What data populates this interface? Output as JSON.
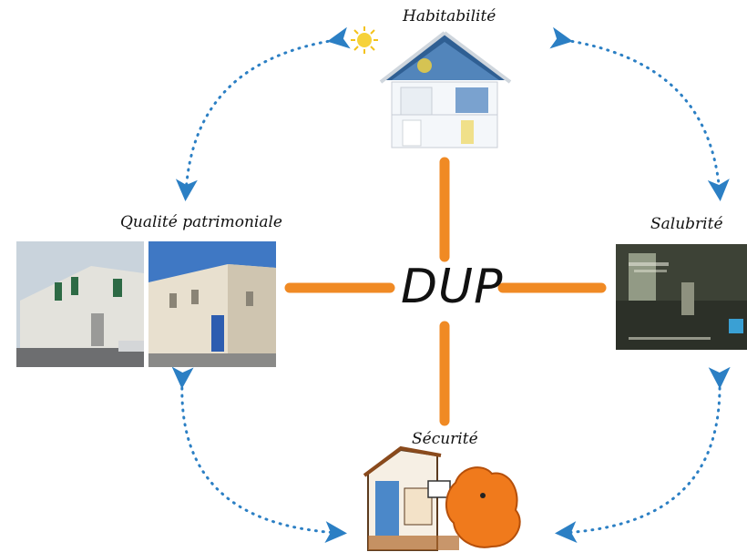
{
  "center": {
    "label": "DUP"
  },
  "nodes": {
    "top": {
      "label": "Habitabilité"
    },
    "right": {
      "label": "Salubrité"
    },
    "bottom": {
      "label": "Sécurité"
    },
    "left": {
      "label": "Qualité patrimoniale"
    }
  },
  "colors": {
    "connector": "#f08a24",
    "arrow": "#2b7fc4",
    "sky": "#4a86c9",
    "facade": "#e8e3d8"
  },
  "icons": {
    "sun": "sun-icon",
    "house": "house-illustration",
    "fire": "fire-illustration"
  }
}
